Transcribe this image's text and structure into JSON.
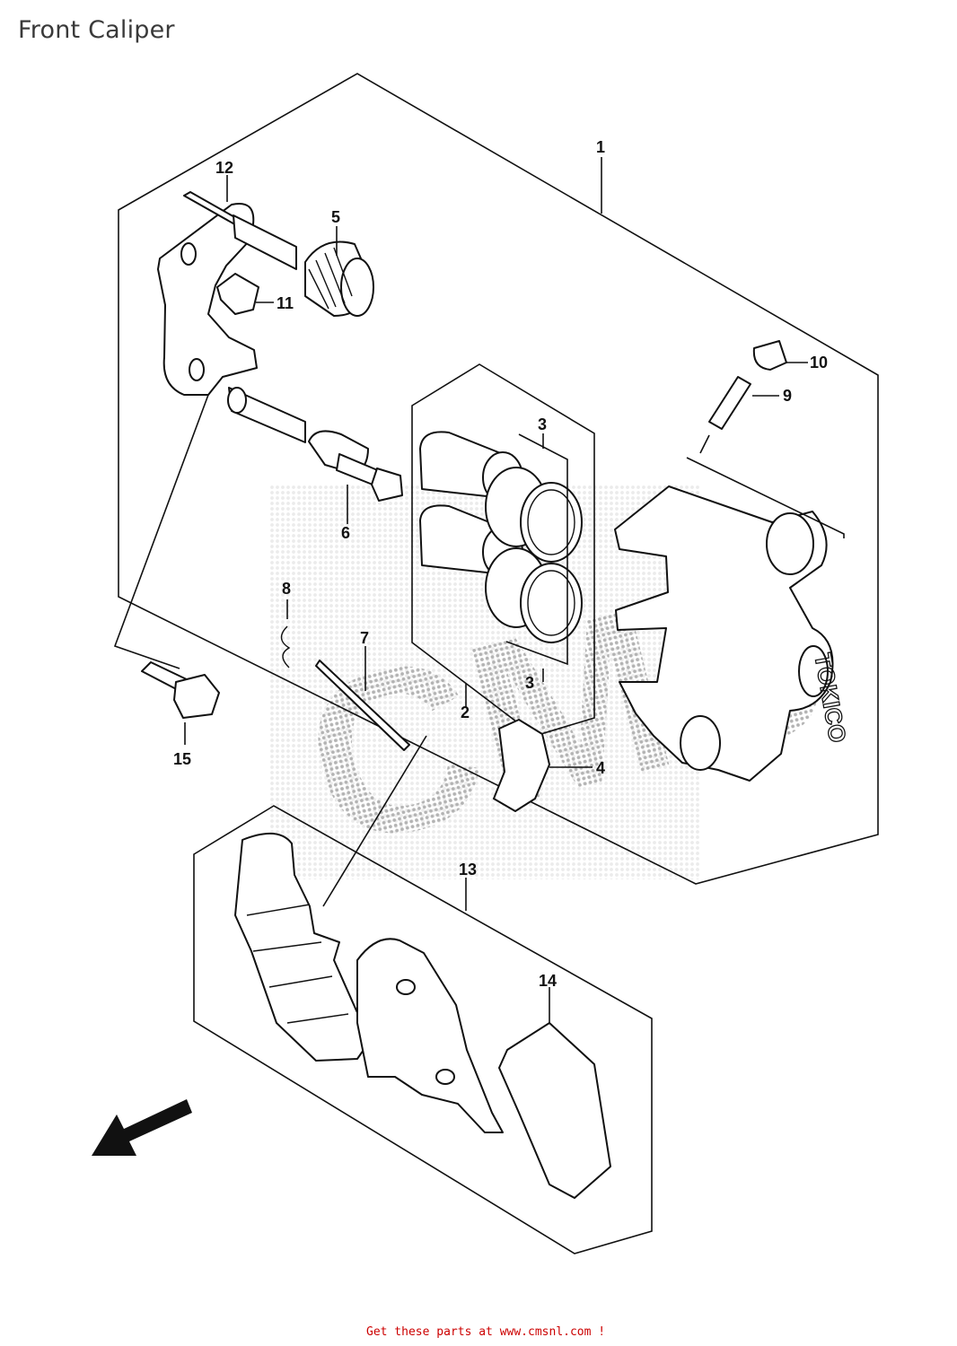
{
  "page": {
    "title": "Front Caliper"
  },
  "footer": {
    "text": "Get these parts at www.cmsnl.com !",
    "color": "#cc0000"
  },
  "watermark": {
    "text": "CMS",
    "color": "#b0b0b0"
  },
  "callouts": [
    {
      "id": "1",
      "label": "1"
    },
    {
      "id": "2",
      "label": "2"
    },
    {
      "id": "3a",
      "label": "3"
    },
    {
      "id": "3b",
      "label": "3"
    },
    {
      "id": "4",
      "label": "4"
    },
    {
      "id": "5",
      "label": "5"
    },
    {
      "id": "6",
      "label": "6"
    },
    {
      "id": "7",
      "label": "7"
    },
    {
      "id": "8",
      "label": "8"
    },
    {
      "id": "9",
      "label": "9"
    },
    {
      "id": "10",
      "label": "10"
    },
    {
      "id": "11",
      "label": "11"
    },
    {
      "id": "12",
      "label": "12"
    },
    {
      "id": "13",
      "label": "13"
    },
    {
      "id": "14",
      "label": "14"
    },
    {
      "id": "15",
      "label": "15"
    }
  ],
  "caliper_brand": "TOKICO",
  "icons": {
    "direction": "front-direction-arrow-icon"
  }
}
